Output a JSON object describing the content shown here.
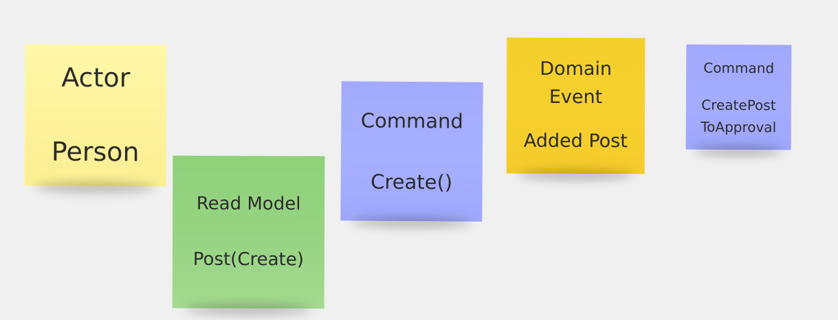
{
  "board": {
    "notes": [
      {
        "id": "actor",
        "color": "#fdf29a",
        "lines": [
          "Actor",
          "Person"
        ]
      },
      {
        "id": "read_model",
        "color": "#97d483",
        "lines": [
          "Read Model",
          "Post(Create)"
        ]
      },
      {
        "id": "command",
        "color": "#a7b0fe",
        "lines": [
          "Command",
          "Create()"
        ]
      },
      {
        "id": "domain_event",
        "color": "#f6d02d",
        "lines": [
          "Domain",
          "Event",
          "Added Post"
        ]
      },
      {
        "id": "command_small",
        "color": "#a4acfe",
        "lines": [
          "Command",
          "CreatePost",
          "ToApproval"
        ]
      }
    ]
  }
}
